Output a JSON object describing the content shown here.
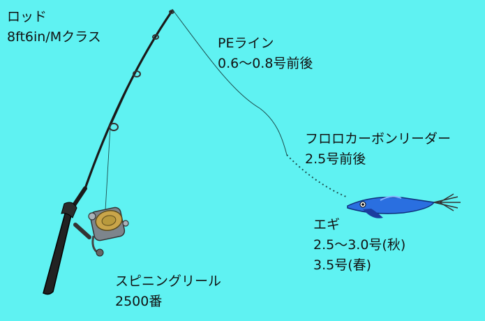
{
  "colors": {
    "background": "#5ff2f2",
    "rod": "#1a1a1a",
    "line": "#1e4d4d",
    "egi_body": "#2a6fe0",
    "egi_fin": "#1b3d9e",
    "reel_spool": "#c9a54a",
    "reel_body": "#9aa0a6"
  },
  "labels": {
    "rod": {
      "title": "ロッド",
      "spec": "8ft6in/Mクラス"
    },
    "pe_line": {
      "title": "PEライン",
      "spec": "0.6～0.8号前後"
    },
    "leader": {
      "title": "フロロカーボンリーダー",
      "spec": "2.5号前後"
    },
    "egi": {
      "title": "エギ",
      "spec_autumn": "2.5～3.0号(秋)",
      "spec_spring": "3.5号(春)"
    },
    "reel": {
      "title": "スピニングリール",
      "spec": "2500番"
    }
  }
}
